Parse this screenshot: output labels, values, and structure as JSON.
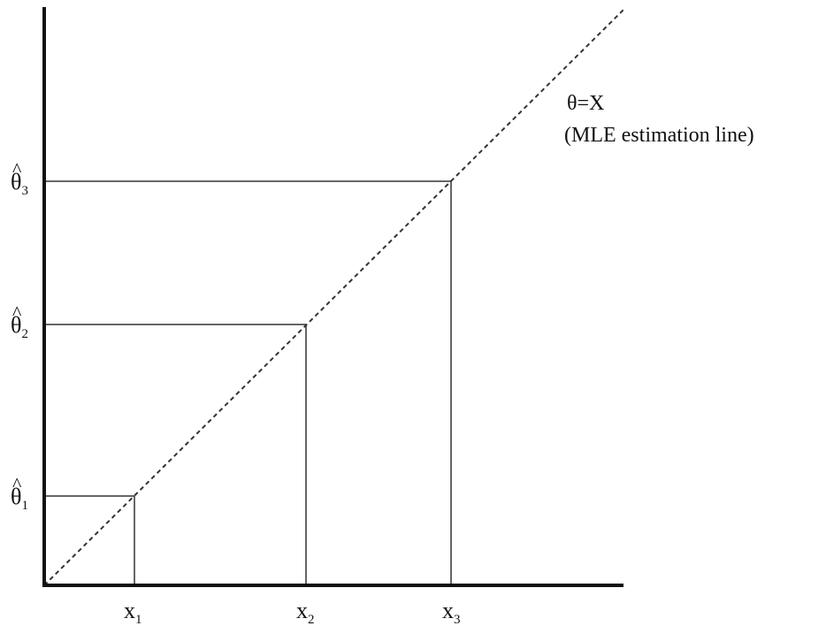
{
  "diagram": {
    "type": "mle-estimation-plot",
    "line_label": "θ=X",
    "line_caption": "(MLE estimation line)",
    "x_ticks": [
      {
        "symbol": "x",
        "sub": "1"
      },
      {
        "symbol": "x",
        "sub": "2"
      },
      {
        "symbol": "x",
        "sub": "3"
      }
    ],
    "y_ticks": [
      {
        "symbol": "θ",
        "hat": "^",
        "sub": "1"
      },
      {
        "symbol": "θ",
        "hat": "^",
        "sub": "2"
      },
      {
        "symbol": "θ",
        "hat": "^",
        "sub": "3"
      }
    ],
    "colors": {
      "axis": "#111111",
      "guide": "#333333",
      "dashed_line": "#333333"
    }
  }
}
